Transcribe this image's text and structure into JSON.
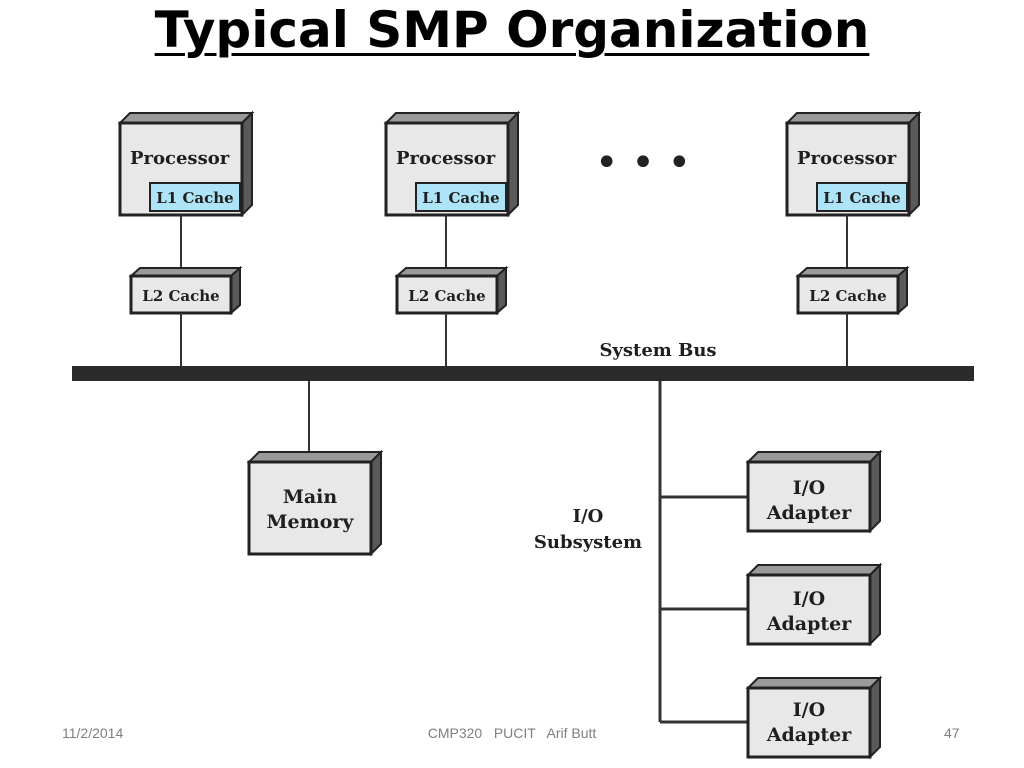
{
  "slide": {
    "title": "Typical SMP Organization",
    "footer": {
      "date": "11/2/2014",
      "center": "CMP320   PUCIT   Arif Butt",
      "page_number": "47"
    }
  },
  "diagram": {
    "processors": [
      {
        "label": "Processor",
        "l1_label": "L1 Cache",
        "l2_label": "L2 Cache"
      },
      {
        "label": "Processor",
        "l1_label": "L1 Cache",
        "l2_label": "L2 Cache"
      },
      {
        "label": "Processor",
        "l1_label": "L1 Cache",
        "l2_label": "L2 Cache"
      }
    ],
    "ellipsis": "• • •",
    "bus_label": "System Bus",
    "main_memory": {
      "line1": "Main",
      "line2": "Memory"
    },
    "io_subsystem": {
      "line1": "I/O",
      "line2": "Subsystem"
    },
    "io_adapters": [
      {
        "line1": "I/O",
        "line2": "Adapter"
      },
      {
        "line1": "I/O",
        "line2": "Adapter"
      },
      {
        "line1": "I/O",
        "line2": "Adapter"
      }
    ],
    "colors": {
      "box_face": "#e8e8e8",
      "box_side": "#5a5a5a",
      "l1_cache_fill": "#aee4f7",
      "bus": "#2b2b2b"
    }
  }
}
